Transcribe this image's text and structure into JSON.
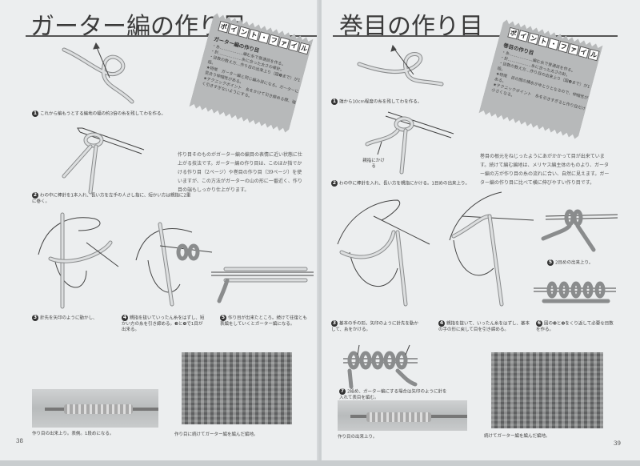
{
  "left_page": {
    "title": "ガーター編の作り目",
    "page_number": "38",
    "point_file": {
      "header_chars": [
        "ポ",
        "イ",
        "ン",
        "ト",
        "・",
        "フ",
        "ァ",
        "イ",
        "ル"
      ],
      "subtitle": "ガーター編の作り目",
      "lines": [
        "・糸………………編む糸で普通目を作る。",
        "・針………………糸に合った太さの棒針。",
        "・目数の数え方…作り目の出来上り（図❺まで）が1段。",
        "★特徴　ガーター編と同じ編み目になる。ガーターに見合う伸縮性がある。",
        "★テクニックポイント　糸をかけて引き締める際、強く引きすぎないようにする。"
      ]
    },
    "body_text": "作り目そのものがガーター編の編目の表情に近い状態に仕上がる技法です。ガーター編の作り目は、このほか指でかける作り目（2ページ）や巻目の作り目（39ページ）を使いますが、この方法がガーターの山の形に一番近く、作り目の端もしっかり仕上がります。",
    "steps": [
      {
        "num": "1",
        "text": "これから編もうとする編地の幅の約3倍の糸を残してわを作る。"
      },
      {
        "num": "2",
        "text": "わの中に棒針を1本入れ、長い方を左手の人さし指に、短かい方は親指に2重に巻く。"
      },
      {
        "num": "3",
        "text": "針先を矢印のように動かし、"
      },
      {
        "num": "4",
        "text": "親指を抜いていったん糸をはずし、短かい方の糸を引き締める。❸と❹で1目が出来る。"
      },
      {
        "num": "5",
        "text": "作り目が出来たところ。続けて往復とも表編をしていくとガーター編になる。"
      }
    ],
    "photo_captions": [
      "作り目の出来上り。表側。1段めになる。",
      "作り目に続けてガーター編を編んだ編地。"
    ]
  },
  "right_page": {
    "title": "巻目の作り目",
    "page_number": "39",
    "point_file": {
      "header_chars": [
        "ポ",
        "イ",
        "ン",
        "ト",
        "・",
        "フ",
        "ァ",
        "イ",
        "ル"
      ],
      "subtitle": "巻目の作り目",
      "lines": [
        "・糸………………編む糸で普通目を作る。",
        "・針………………糸に合った太さの針。",
        "・目数の数え方…作り目の出来上り（図❺まで）が1段。",
        "★特徴　目の間の横糸がゆとりとなるので、伸縮性がある。",
        "★テクニックポイント　糸を引きすぎると作り目だけ小さくなる。"
      ]
    },
    "body_text": "巻目の根元をねじったようにあがかかって目が出来ています。続けて編む編地は、メリヤス編主体のものより、ガーター編の方が作り目の糸の流れに合い、自然に見えます。ガーター編の作り目に比べて横に伸びやすい作り目です。",
    "thumb_label": "親指にかける",
    "steps": [
      {
        "num": "1",
        "text": "端から10cm程度の糸を残してわを作る。"
      },
      {
        "num": "2",
        "text": "わの中に棒針を入れ、長い方を親指にかける。1目めの出来上り。"
      },
      {
        "num": "3",
        "text": "基本の手の形。矢印のように針先を動かして、糸をかける。"
      },
      {
        "num": "4",
        "text": "親指を抜いて、いったん糸をはずし、基本の手の形に戻して目を引き締める。"
      },
      {
        "num": "5",
        "text": "2目めの出来上り。"
      },
      {
        "num": "6",
        "text": "図の❸と❹をくり返して必要な目数を作る。"
      },
      {
        "num": "7",
        "text": "2段め、ガーター編にする場合は矢印のように針を入れて表目を編む。"
      }
    ],
    "photo_captions": [
      "作り目の出来上り。",
      "続けてガーター編を編んだ編地。"
    ]
  }
}
